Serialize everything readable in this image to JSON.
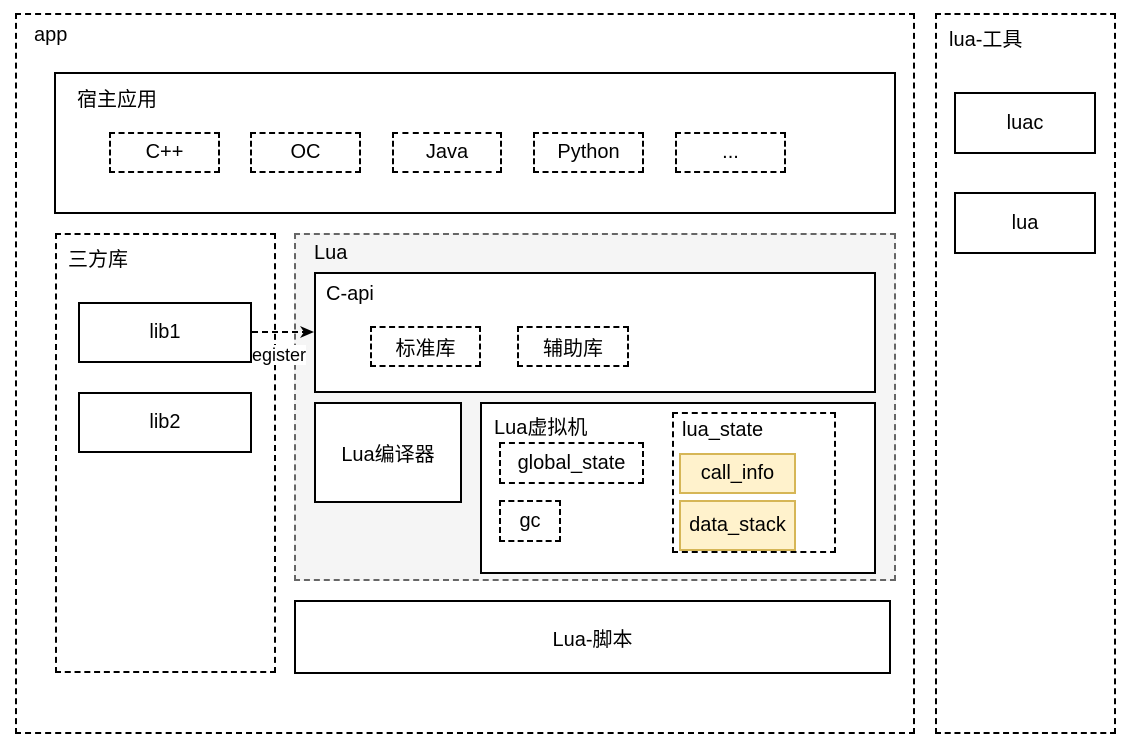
{
  "diagram": {
    "app": {
      "label": "app",
      "host": {
        "label": "宿主应用",
        "languages": [
          "C++",
          "OC",
          "Java",
          "Python",
          "..."
        ]
      },
      "third_party": {
        "label": "三方库",
        "libs": [
          "lib1",
          "lib2"
        ]
      },
      "lua": {
        "label": "Lua",
        "capi": {
          "label": "C-api",
          "items": [
            "标准库",
            "辅助库"
          ]
        },
        "compiler": "Lua编译器",
        "vm": {
          "label": "Lua虚拟机",
          "global_state": "global_state",
          "gc": "gc",
          "lua_state": {
            "label": "lua_state",
            "items": [
              "call_info",
              "data_stack"
            ]
          }
        }
      },
      "script": "Lua-脚本"
    },
    "tools": {
      "label": "lua-工具",
      "items": [
        "luac",
        "lua"
      ]
    },
    "edges": [
      {
        "from": "lib1",
        "to": "C-api",
        "label": "egister",
        "style": "dashed"
      }
    ],
    "colors": {
      "lua_fill": "#f5f5f5",
      "lua_border": "#666666",
      "highlight_fill": "#fff2cc",
      "highlight_border": "#d6b656"
    }
  }
}
